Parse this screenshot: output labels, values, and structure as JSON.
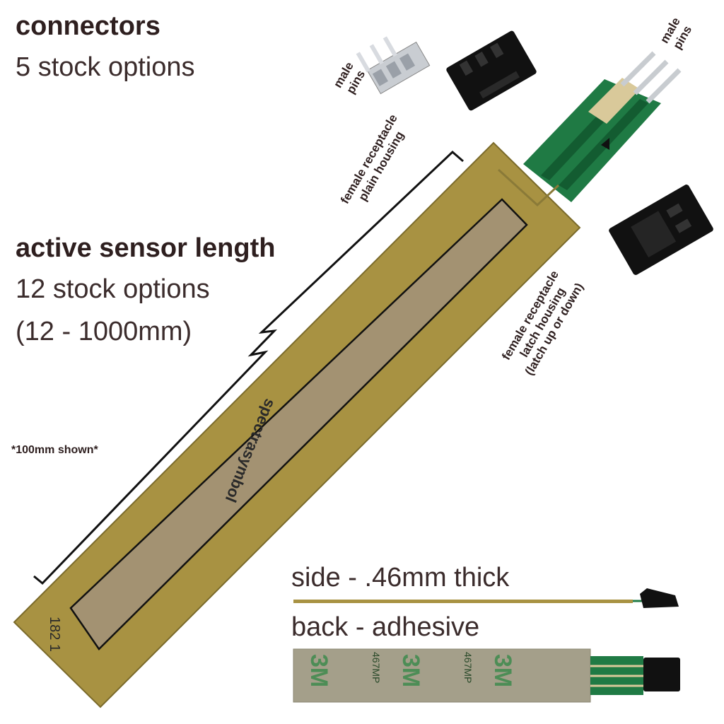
{
  "connectors": {
    "title": "connectors",
    "subtitle": "5 stock options",
    "male_pins_label_1": "male",
    "male_pins_label_2": "pins",
    "male_pins_right_1": "male",
    "male_pins_right_2": "pins",
    "plain_housing_1": "female receptacle",
    "plain_housing_2": "plain housing",
    "latch_housing_1": "female receptacle",
    "latch_housing_2": "latch housing",
    "latch_housing_3": "(latch up or down)"
  },
  "sensor": {
    "title": "active sensor length",
    "subtitle": "12 stock options",
    "range": "(12 - 1000mm)",
    "shown_note": "*100mm shown*",
    "brand_text": "spectrasymbol",
    "part_mark": "182 1"
  },
  "views": {
    "side_caption": "side - .46mm thick",
    "back_caption": "back - adhesive",
    "adhesive_mark": "3M",
    "adhesive_code": "467MP"
  },
  "colors": {
    "sensor_film": "#a89242",
    "sensor_active": "#a39272",
    "pcb_green": "#1f7a44",
    "housing_black": "#111111",
    "adhesive_tan": "#a49f8a"
  }
}
